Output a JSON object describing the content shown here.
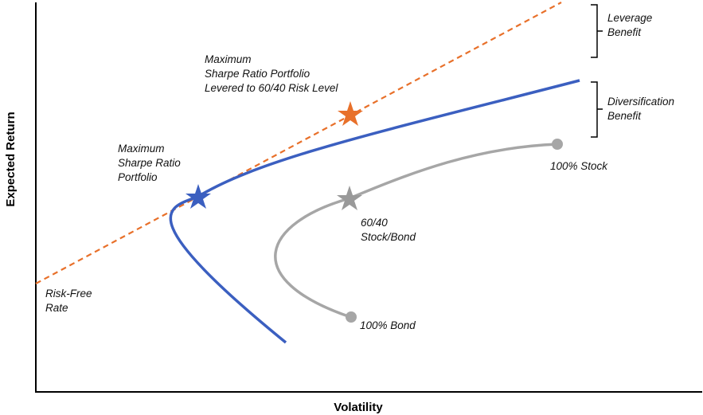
{
  "axes": {
    "x_title": "Volatility",
    "y_title": "Expected Return"
  },
  "labels": {
    "risk_free": [
      "Risk-Free",
      "Rate"
    ],
    "max_sharpe": [
      "Maximum",
      "Sharpe Ratio",
      "Portfolio"
    ],
    "max_sharpe_levered": [
      "Maximum",
      "Sharpe Ratio Portfolio",
      "Levered to 60/40 Risk Level"
    ],
    "sixty_forty": [
      "60/40",
      "Stock/Bond"
    ],
    "stock": "100% Stock",
    "bond": "100% Bond",
    "leverage_benefit": [
      "Leverage",
      "Benefit"
    ],
    "diversification_benefit": [
      "Diversification",
      "Benefit"
    ]
  },
  "colors": {
    "efficient_frontier": "#3b5fc0",
    "stock_bond_frontier": "#a6a6a6",
    "capital_market_line": "#e8702a",
    "max_sharpe_star": "#3b5fc0",
    "levered_star": "#e8702a",
    "sixty_forty_star": "#999999",
    "axis": "#000000",
    "bracket": "#000000"
  },
  "markers": {
    "max_sharpe": "star",
    "levered": "star",
    "sixty_forty": "star",
    "stock": "circle",
    "bond": "circle"
  }
}
